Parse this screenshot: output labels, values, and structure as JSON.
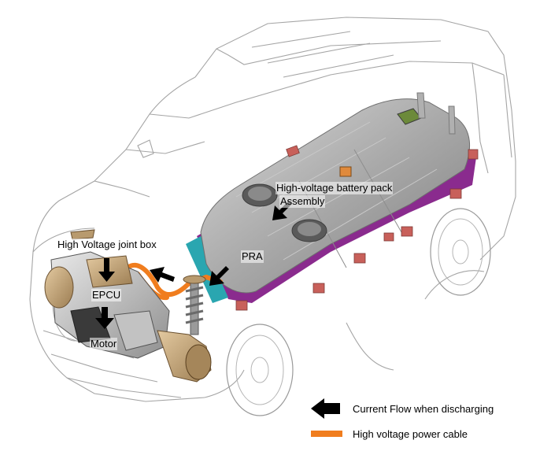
{
  "labels": {
    "battery_pack_line1": "High-voltage battery pack",
    "battery_pack_line2": "Assembly",
    "pra": "PRA",
    "joint_box": "High Voltage joint box",
    "epcu": "EPCU",
    "motor": "Motor"
  },
  "legend": {
    "current_flow": "Current Flow when discharging",
    "power_cable": "High voltage power cable"
  },
  "colors": {
    "arrow": "#000000",
    "power_cable": "#f07d1e",
    "battery_body": "#9a9a9a",
    "battery_frame": "#8a2b8e",
    "mount_brackets": "#c8605a",
    "motor_parts": "#b89a6e",
    "car_outline": "#9e9e9e"
  },
  "icons": {
    "arrow": "left-arrow-icon",
    "cable": "orange-bar-icon"
  }
}
